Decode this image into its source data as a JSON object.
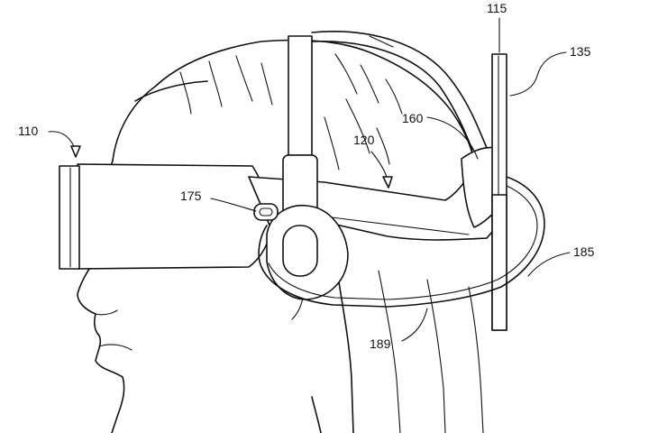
{
  "figure": {
    "reference_numerals": {
      "r110": "110",
      "r115": "115",
      "r120": "120",
      "r135": "135",
      "r160": "160",
      "r175": "175",
      "r185": "185",
      "r189": "189"
    }
  }
}
